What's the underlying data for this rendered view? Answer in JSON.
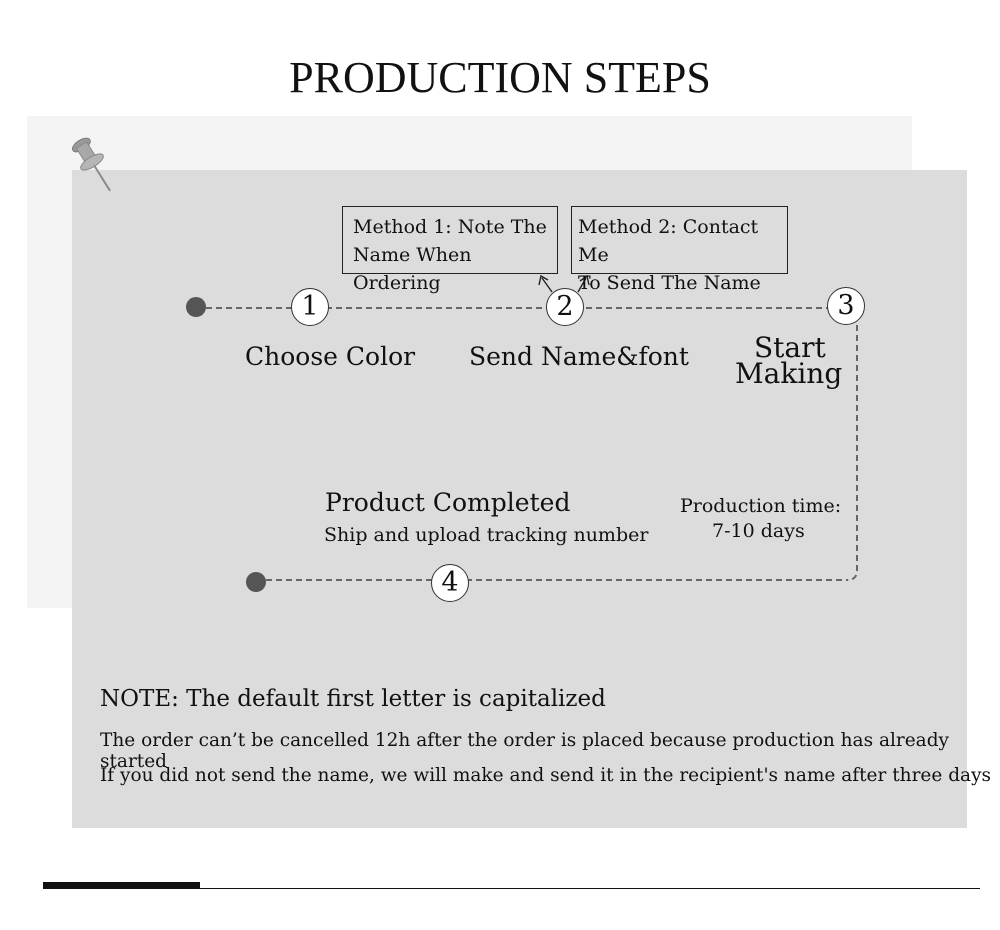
{
  "title": "PRODUCTION STEPS",
  "methods": [
    {
      "text": "Method 1:  Note The\nName When Ordering"
    },
    {
      "text": "Method 2: Contact Me\nTo Send The Name"
    }
  ],
  "steps": [
    {
      "number": "1",
      "label": "Choose Color"
    },
    {
      "number": "2",
      "label": "Send Name&font"
    },
    {
      "number": "3",
      "label_line1": "Start",
      "label_line2": "Making"
    },
    {
      "number": "4",
      "label": "Product Completed",
      "sublabel": "Ship and upload tracking number"
    }
  ],
  "production_time": {
    "line1": "Production time:",
    "line2": "7-10 days"
  },
  "note": {
    "title": "NOTE: The default first letter is capitalized",
    "line1": "The order can’t be cancelled 12h after the order is placed because production has already started",
    "line2": "If you did not send the name, we will make and send it in the recipient's name after three days"
  },
  "colors": {
    "background": "#ffffff",
    "back_card": "#f4f4f4",
    "front_card": "#dcdcdc",
    "connector": "#666666",
    "dot": "#555555"
  },
  "icons": {
    "pin": "pushpin-icon"
  }
}
